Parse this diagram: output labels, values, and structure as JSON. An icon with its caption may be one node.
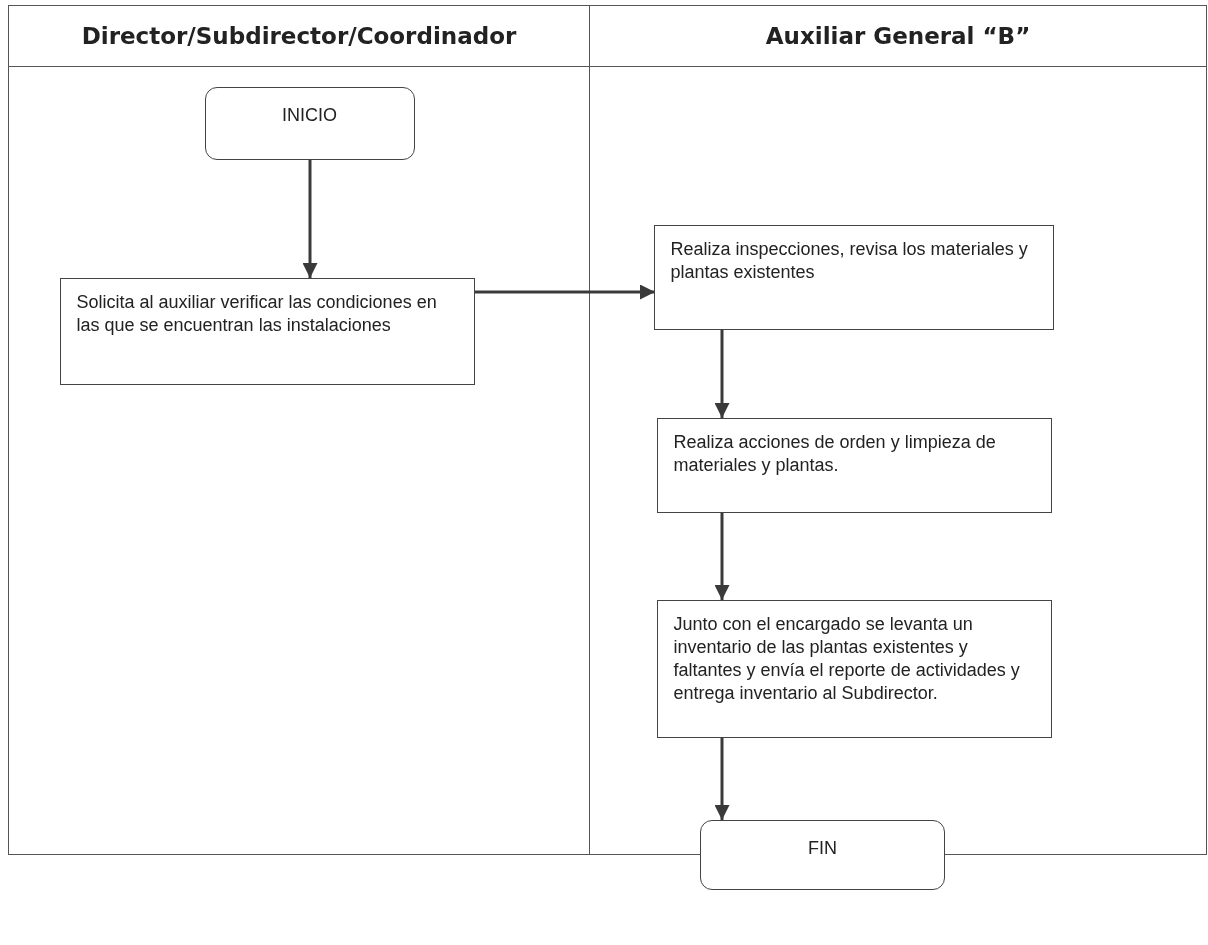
{
  "diagram": {
    "nodes": [
      {
        "text": [
          "Director/Subdirector/Coordinador"
        ]
      },
      {
        "text": [
          "Auxiliar General “B”"
        ]
      },
      {
        "text": [
          "INICIO"
        ],
        "in": 0
      },
      {
        "text": [
          "Solicita al auxiliar verificar las condiciones en las que se encuentran las instalaciones"
        ],
        "in": 0
      },
      {
        "text": [
          "Realiza inspecciones, revisa los materiales y plantas existentes"
        ],
        "in": 1
      },
      {
        "text": [
          "Realiza acciones de orden y limpieza de materiales y plantas."
        ],
        "in": 1
      },
      {
        "text": [
          "Junto con el encargado se levanta un inventario de las plantas existentes y faltantes y envía el reporte de actividades y entrega inventario al Subdirector."
        ],
        "in": 1
      },
      {
        "text": [
          "FIN"
        ]
      }
    ],
    "edges": [
      {
        "from": 2,
        "to": 3,
        "arrow": "to"
      },
      {
        "from": 3,
        "to": 4,
        "arrow": "to"
      },
      {
        "from": 4,
        "to": 5,
        "arrow": "to"
      },
      {
        "from": 5,
        "to": 6,
        "arrow": "to"
      },
      {
        "from": 6,
        "to": 7,
        "arrow": "to"
      }
    ]
  }
}
